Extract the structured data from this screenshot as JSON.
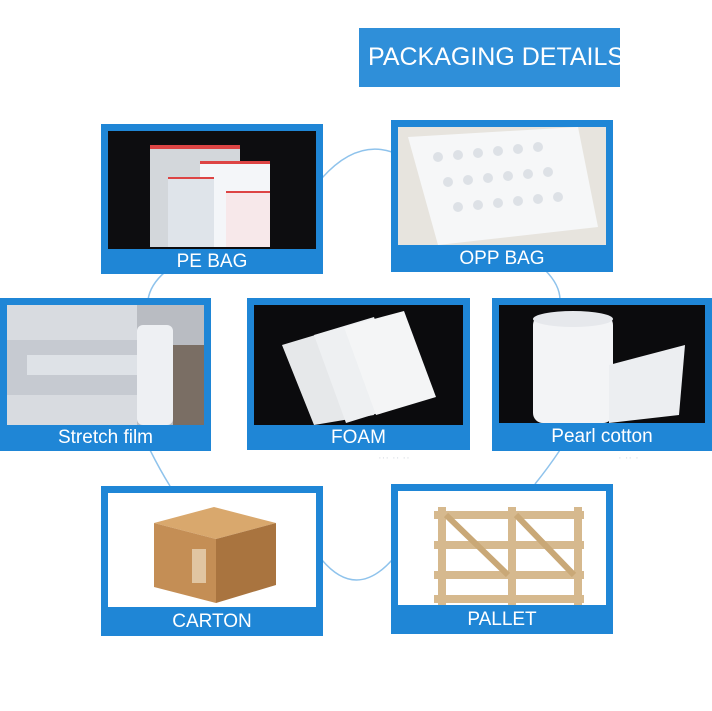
{
  "title": "PACKAGING DETAILS",
  "colors": {
    "accent": "#1f86d6",
    "title_bg": "#2f8fd9",
    "connector": "#8fc3ec"
  },
  "items": [
    {
      "label": "PE BAG"
    },
    {
      "label": "OPP BAG"
    },
    {
      "label": "Stretch film"
    },
    {
      "label": "FOAM"
    },
    {
      "label": "Pearl cotton"
    },
    {
      "label": "CARTON"
    },
    {
      "label": "PALLET"
    }
  ]
}
